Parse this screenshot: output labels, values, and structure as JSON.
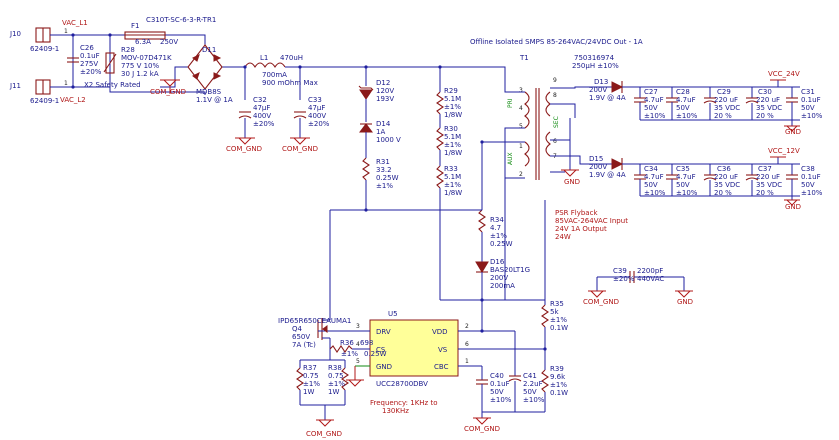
{
  "connectors": [
    {
      "ref": "J10",
      "part": "62409-1",
      "pin": "1",
      "net": "VAC_L1"
    },
    {
      "ref": "J11",
      "part": "62409-1",
      "pin": "1",
      "net": "VAC_L2"
    }
  ],
  "components": {
    "F1": {
      "ref": "F1",
      "value": "6.3A",
      "part": "C310T-SC-6-3-R-TR1",
      "rating": "250V"
    },
    "C26": {
      "ref": "C26",
      "l1": "0.1uF",
      "l2": "275V",
      "l3": "±20%",
      "l4": "X2 Safety Rated"
    },
    "R28": {
      "ref": "R28",
      "l1": "MOV-07D471K",
      "l2": "775 V   10%",
      "l3": "30 J  1.2 kA"
    },
    "D11": {
      "ref": "D11",
      "l1": "MDB8S",
      "l2": "1.1V @ 1A"
    },
    "L1": {
      "ref": "L1",
      "value": "470uH",
      "l2": "700mA",
      "l3": "900 mOhm Max"
    },
    "C32": {
      "ref": "C32",
      "l1": "47μF",
      "l2": "400V",
      "l3": "±20%"
    },
    "C33": {
      "ref": "C33",
      "l1": "47μF",
      "l2": "400V",
      "l3": "±20%"
    },
    "D12": {
      "ref": "D12",
      "l1": "120V",
      "l2": "193V"
    },
    "D14": {
      "ref": "D14",
      "l1": "1A",
      "l2": "1000 V"
    },
    "R31": {
      "ref": "R31",
      "l1": "33.2",
      "l2": "0.25W",
      "l3": "±1%"
    },
    "R29": {
      "ref": "R29",
      "l1": "5.1M",
      "l2": "±1%",
      "l3": "1/8W"
    },
    "R30": {
      "ref": "R30",
      "l1": "5.1M",
      "l2": "±1%",
      "l3": "1/8W"
    },
    "R33": {
      "ref": "R33",
      "l1": "5.1M",
      "l2": "±1%",
      "l3": "1/8W"
    },
    "T1": {
      "ref": "T1",
      "part": "750316974",
      "l2": "250μH ±10%",
      "pri": "PRI",
      "sec": "SEC",
      "aux": "AUX",
      "pins": [
        "3",
        "4",
        "5",
        "1",
        "2",
        "9",
        "8",
        "6",
        "7"
      ]
    },
    "D13": {
      "ref": "D13",
      "l1": "200V",
      "l2": "1.9V @ 4A"
    },
    "D15": {
      "ref": "D15",
      "l1": "200V",
      "l2": "1.9V @ 4A"
    },
    "C27": {
      "ref": "C27",
      "l1": "4.7uF",
      "l2": "50V",
      "l3": "±10%"
    },
    "C28": {
      "ref": "C28",
      "l1": "4.7uF",
      "l2": "50V",
      "l3": "±10%"
    },
    "C29": {
      "ref": "C29",
      "l1": "220 uF",
      "l2": "35 VDC",
      "l3": "20 %"
    },
    "C30": {
      "ref": "C30",
      "l1": "220 uF",
      "l2": "35 VDC",
      "l3": "20 %"
    },
    "C31": {
      "ref": "C31",
      "l1": "0.1uF",
      "l2": "50V",
      "l3": "±10%"
    },
    "C34": {
      "ref": "C34",
      "l1": "4.7uF",
      "l2": "50V",
      "l3": "±10%"
    },
    "C35": {
      "ref": "C35",
      "l1": "4.7uF",
      "l2": "50V",
      "l3": "±10%"
    },
    "C36": {
      "ref": "C36",
      "l1": "220 uF",
      "l2": "35 VDC",
      "l3": "20 %"
    },
    "C37": {
      "ref": "C37",
      "l1": "220 uF",
      "l2": "35 VDC",
      "l3": "20 %"
    },
    "C38": {
      "ref": "C38",
      "l1": "0.1uF",
      "l2": "50V",
      "l3": "±10%"
    },
    "R34": {
      "ref": "R34",
      "l1": "4.7",
      "l2": "±1%",
      "l3": "0.25W"
    },
    "D16": {
      "ref": "D16",
      "l1": "BAS20LT1G",
      "l2": "200V",
      "l3": "200mA"
    },
    "R35": {
      "ref": "R35",
      "l1": "5k",
      "l2": "±1%",
      "l3": "0.1W"
    },
    "R39": {
      "ref": "R39",
      "l1": "9.6k",
      "l2": "±1%",
      "l3": "0.1W"
    },
    "C39": {
      "ref": "C39",
      "l1": "2200pF",
      "l2": "±20%",
      "l3": "440VAC"
    },
    "C40": {
      "ref": "C40",
      "l1": "0.1uF",
      "l2": "50V",
      "l3": "±10%"
    },
    "C41": {
      "ref": "C41",
      "l1": "2.2uF",
      "l2": "50V",
      "l3": "±10%"
    },
    "Q4": {
      "ref": "Q4",
      "part": "IPD65R650CEAUMA1",
      "l2": "650V",
      "l3": "7A (Tc)"
    },
    "R36": {
      "ref": "R36",
      "l1": "698",
      "l2": "±1%",
      "l3": "0.25W"
    },
    "R37": {
      "ref": "R37",
      "l1": "0.75",
      "l2": "±1%",
      "l3": "1W"
    },
    "R38": {
      "ref": "R38",
      "l1": "0.75",
      "l2": "±1%",
      "l3": "1W"
    },
    "U5": {
      "ref": "U5",
      "part": "UCC28700DBV",
      "pins": {
        "drv": "DRV",
        "cs": "CS",
        "gnd": "GND",
        "vdd": "VDD",
        "vs": "VS",
        "cbc": "CBC"
      },
      "nums": {
        "drv": "3",
        "cs": "4",
        "gnd": "5",
        "vdd": "2",
        "vs": "6",
        "cbc": "1"
      }
    }
  },
  "nets": {
    "com_gnd": "COM_GND",
    "gnd": "GND",
    "vcc24": "VCC_24V",
    "vcc12": "VCC_12V",
    "vac_l1": "VAC_L1",
    "vac_l2": "VAC_L2"
  },
  "notes": {
    "title": "Offline Isolated SMPS 85-264VAC/24VDC Out - 1A",
    "psr1": "PSR Flyback",
    "psr2": "85VAC-264VAC Input",
    "psr3": "24V 1A Output",
    "psr4": "24W",
    "freq1": "Frequency: 1KHz to",
    "freq2": "130KHz"
  },
  "colors": {
    "wire": "#1f1f9f",
    "component": "#8b1a1a",
    "net": "#b01818",
    "text": "#1a1a8c",
    "winding": "#118a11"
  }
}
